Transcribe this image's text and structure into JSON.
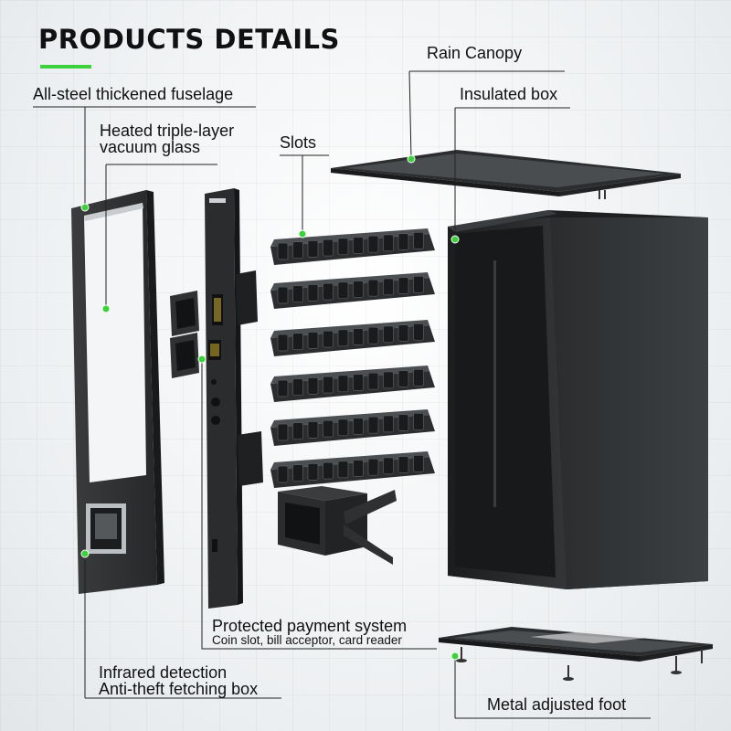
{
  "title": "PRODUCTS DETAILS",
  "colors": {
    "accent": "#3cd23c",
    "device": "#2c2e30",
    "device_dark": "#1b1c1d",
    "background": "#eef0f2"
  },
  "labels": {
    "rain_canopy": "Rain Canopy",
    "fuselage": "All-steel thickened fuselage",
    "insulated_box": "Insulated box",
    "glass_line1": "Heated triple-layer",
    "glass_line2": "vacuum glass",
    "slots": "Slots",
    "payment_title": "Protected payment system",
    "payment_sub": "Coin slot, bill acceptor, card reader",
    "infrared": "Infrared detection",
    "anti_theft": "Anti-theft fetching box",
    "foot": "Metal adjusted foot"
  }
}
